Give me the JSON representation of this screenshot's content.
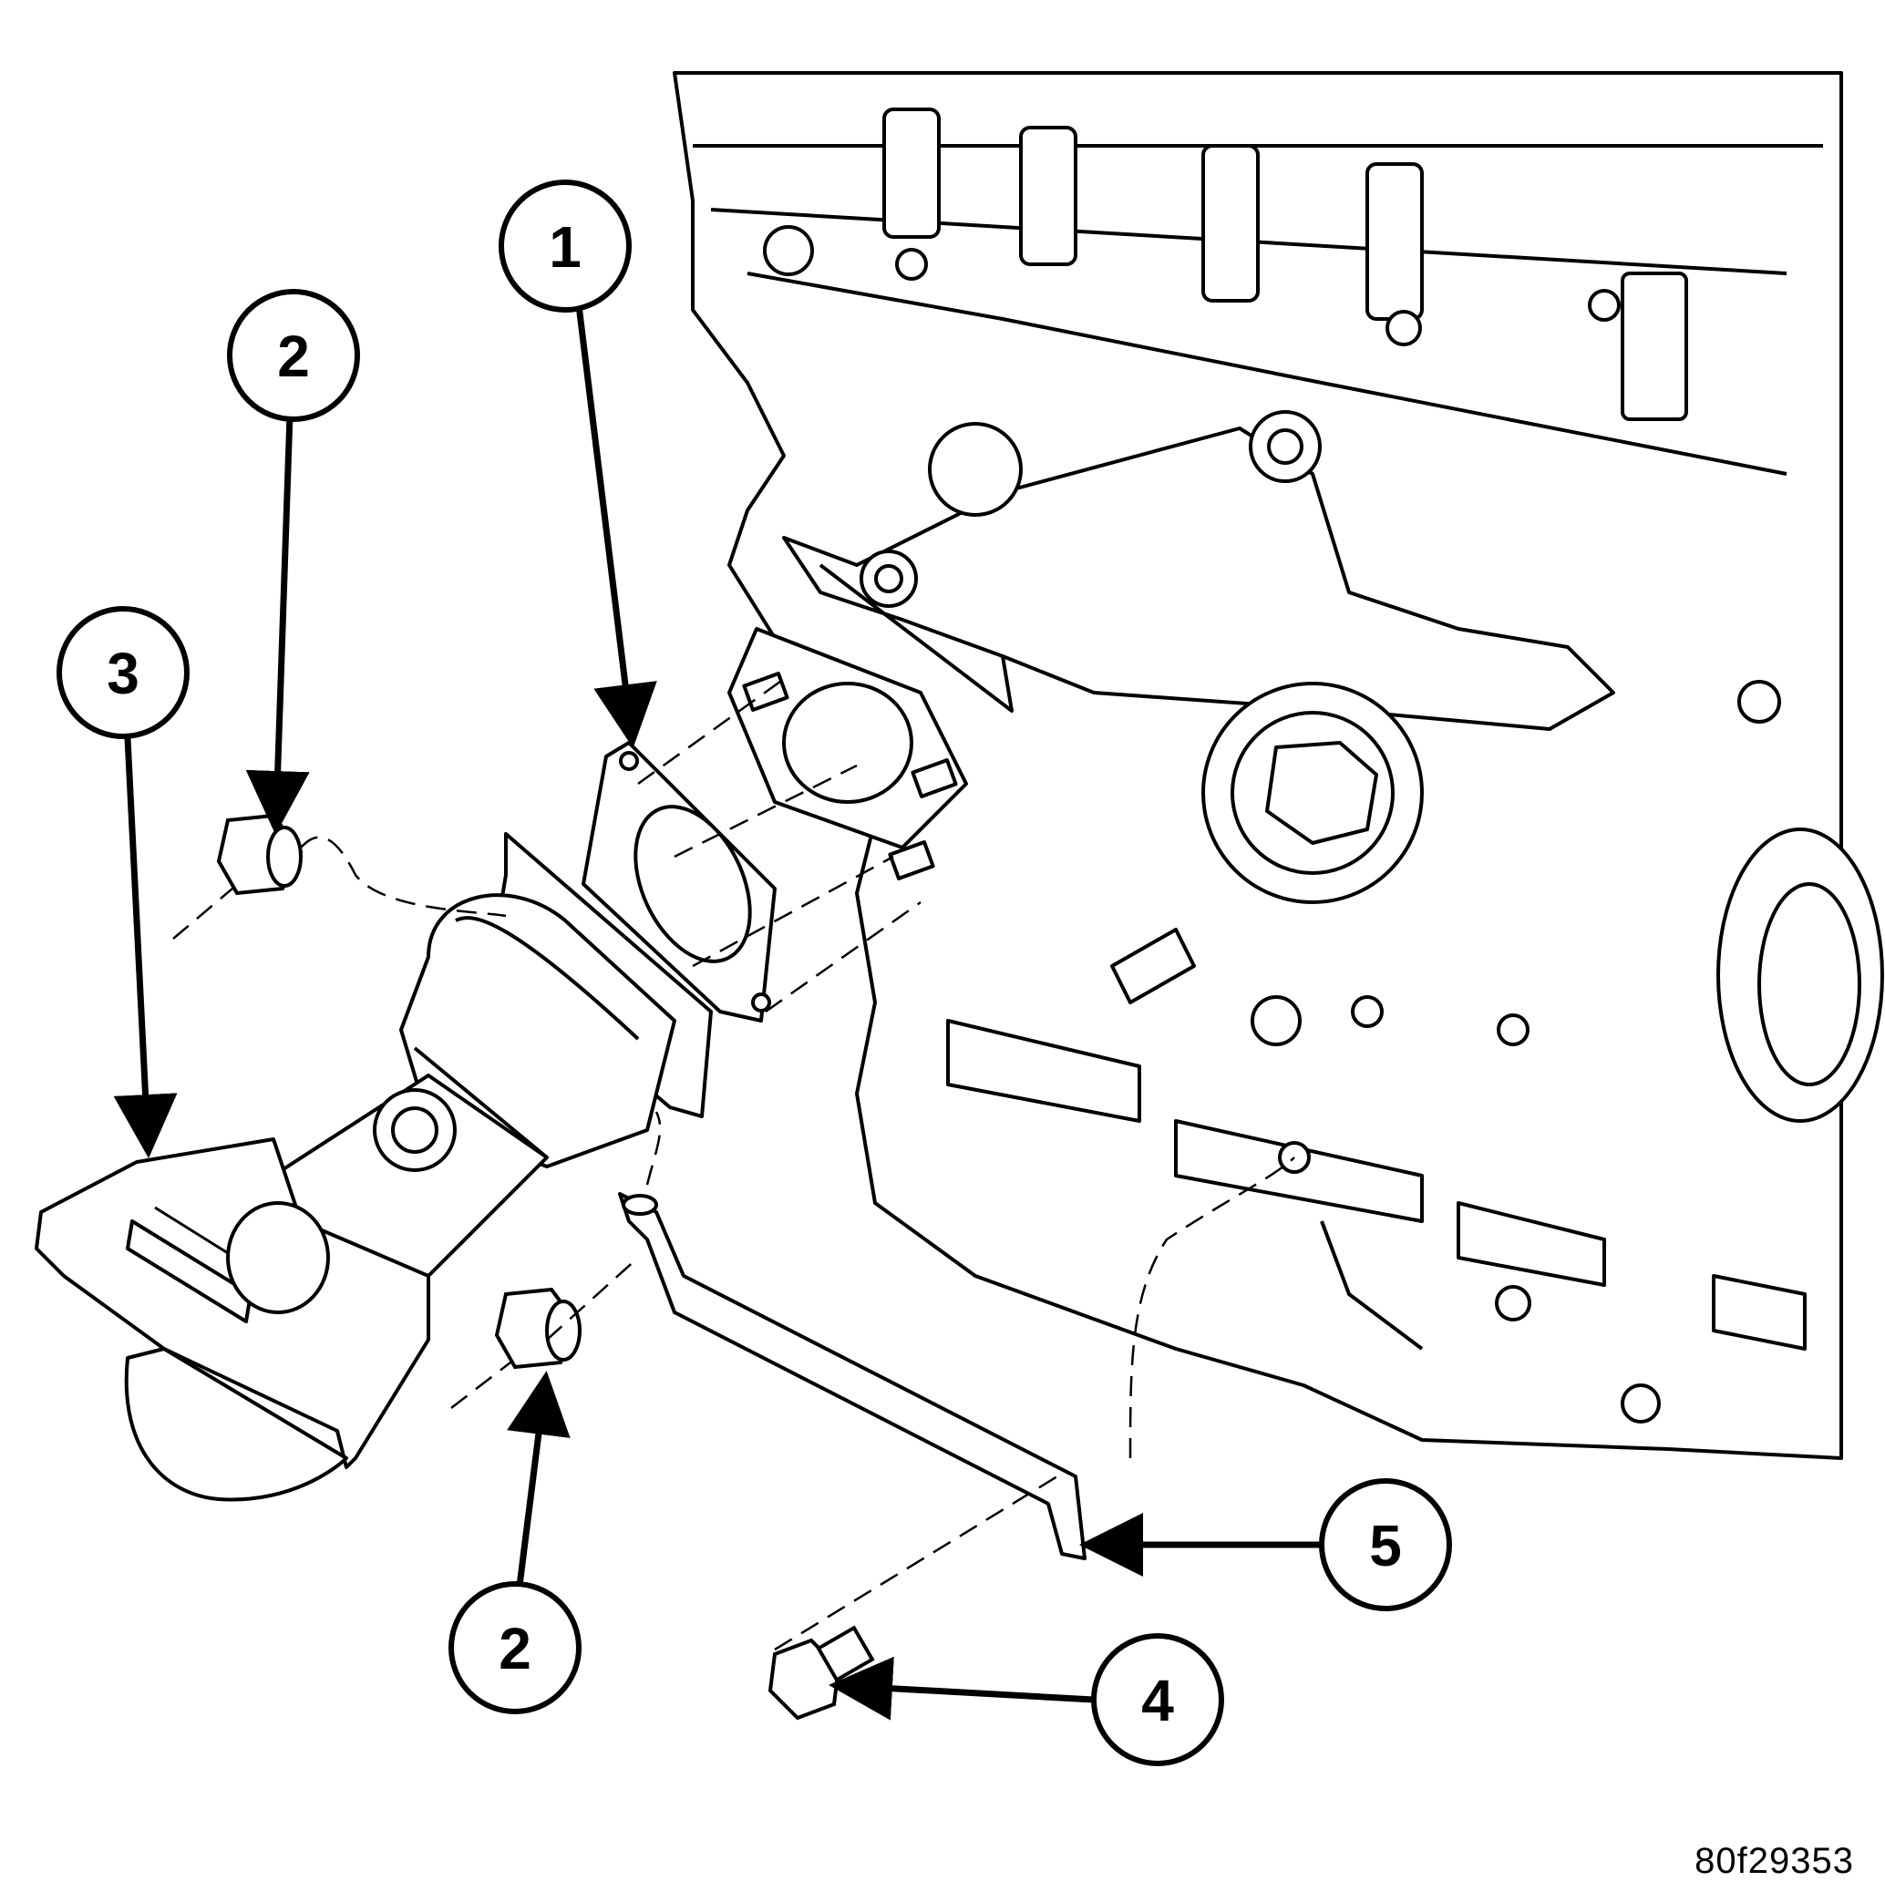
{
  "diagram": {
    "figure_code": "80f29353",
    "callouts": [
      {
        "id": "callout-1",
        "number": "1"
      },
      {
        "id": "callout-2-upper",
        "number": "2"
      },
      {
        "id": "callout-3",
        "number": "3"
      },
      {
        "id": "callout-2-lower",
        "number": "2"
      },
      {
        "id": "callout-4",
        "number": "4"
      },
      {
        "id": "callout-5",
        "number": "5"
      }
    ],
    "colors": {
      "line": "#000000",
      "background": "#ffffff"
    }
  }
}
